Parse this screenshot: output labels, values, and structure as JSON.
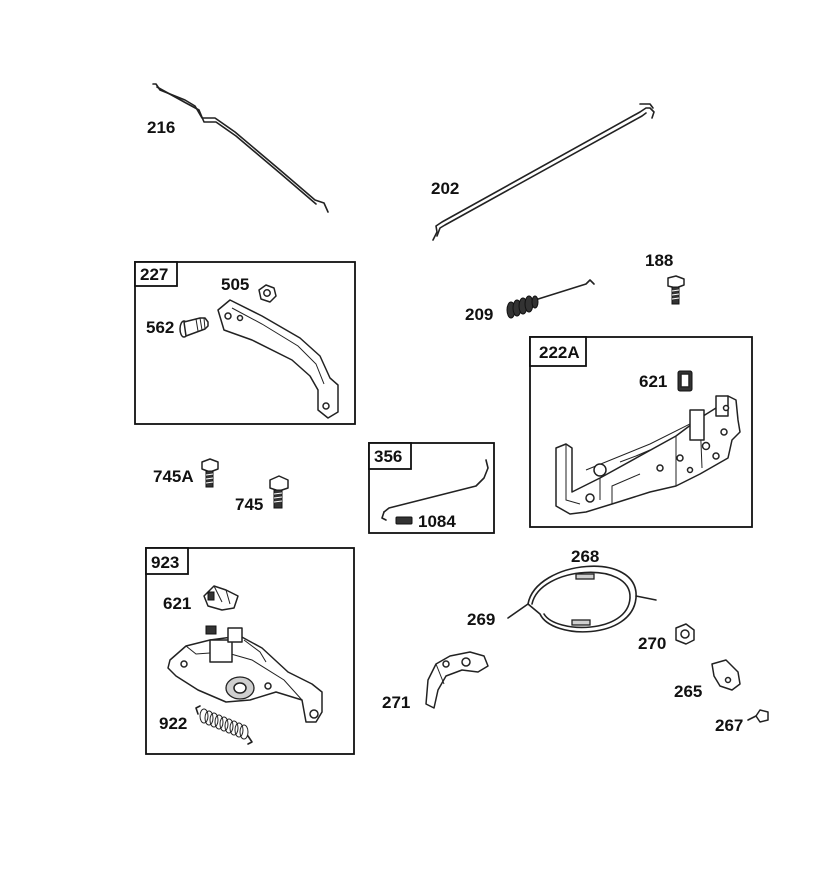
{
  "parts": {
    "p216": "216",
    "p202": "202",
    "p505": "505",
    "p562": "562",
    "p188": "188",
    "p209": "209",
    "p621a": "621",
    "p745a": "745A",
    "p745": "745",
    "p1084": "1084",
    "p621b": "621",
    "p922": "922",
    "p268": "268",
    "p269": "269",
    "p270": "270",
    "p265": "265",
    "p267": "267",
    "p271": "271"
  },
  "boxes": {
    "b227": "227",
    "b222a": "222A",
    "b356": "356",
    "b923": "923"
  }
}
